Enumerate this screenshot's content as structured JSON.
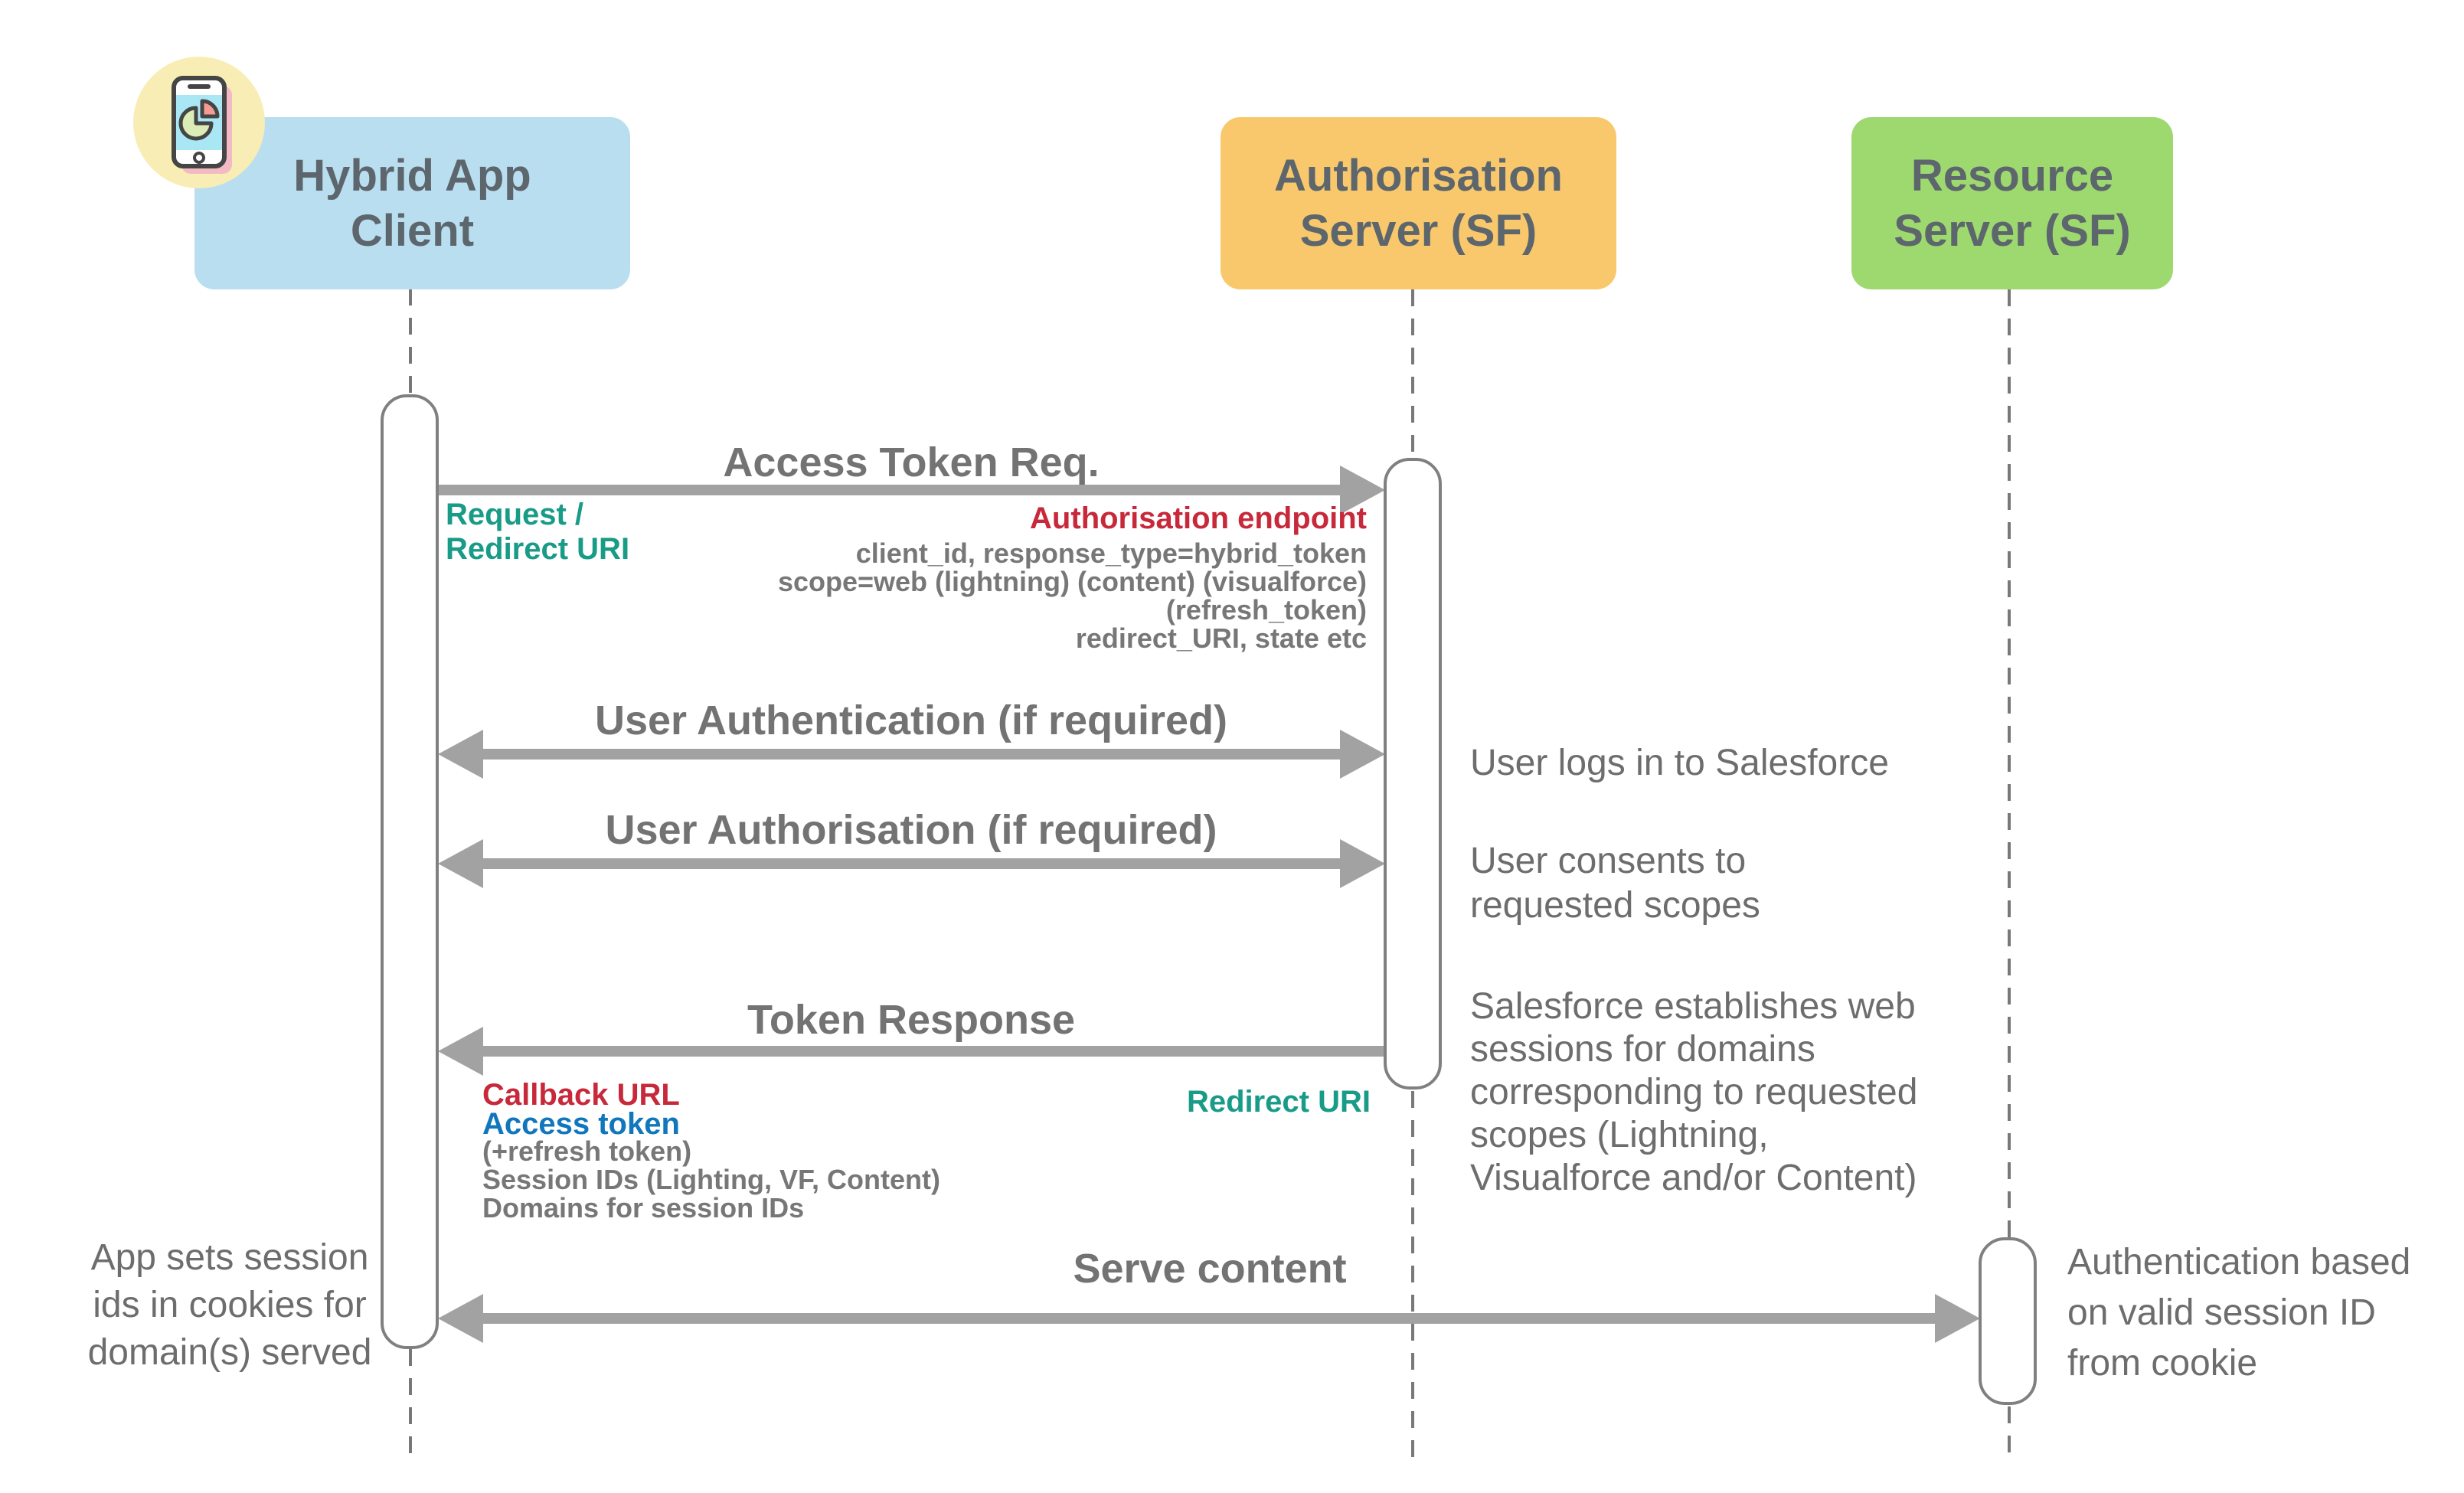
{
  "actors": {
    "client": {
      "label": "Hybrid App\nClient",
      "icon": "mobile-app-pie-chart-icon",
      "color": "#b9def0"
    },
    "auth": {
      "label": "Authorisation\nServer (SF)",
      "color": "#f9c86c"
    },
    "resource": {
      "label": "Resource\nServer (SF)",
      "color": "#9ed970"
    }
  },
  "messages": {
    "access_token_req": {
      "title": "Access Token Req.",
      "left_label": "Request /\nRedirect URI",
      "endpoint_label": "Authorisation endpoint",
      "params": "client_id, response_type=hybrid_token\nscope=web (lightning) (content) (visualforce) (refresh_token)\nredirect_URI, state etc"
    },
    "user_authentication": {
      "title": "User Authentication (if required)"
    },
    "user_authorisation": {
      "title": "User Authorisation (if required)"
    },
    "token_response": {
      "title": "Token Response",
      "callback_label": "Callback URL",
      "access_token_label": "Access token",
      "details": "(+refresh token)\nSession IDs (Lighting, VF, Content)\nDomains for session IDs",
      "right_label": "Redirect URI"
    },
    "serve_content": {
      "title": "Serve content"
    }
  },
  "notes": {
    "user_logs_in": "User logs in to Salesforce",
    "user_consents": "User consents to\nrequested scopes",
    "salesforce_sessions": "Salesforce establishes web\nsessions for domains\ncorresponding to requested\nscopes (Lightning,\nVisualforce and/or Content)",
    "app_sets_session": "App sets session\nids in cookies for\ndomain(s) served",
    "auth_cookie": "Authentication based\non valid session ID\nfrom cookie"
  },
  "colors": {
    "client_box": "#b9def0",
    "auth_box": "#f9c86c",
    "resource_box": "#9ed970",
    "title_text": "#737373",
    "note_text": "#6d6d6d",
    "teal_label": "#189b87",
    "red_label": "#c8293a",
    "blue_label": "#1177bd",
    "arrow": "#a2a2a2",
    "lifeline": "#787878",
    "icon_circle": "#f8edb4",
    "icon_screen": "#a9e7f4",
    "icon_pie_green": "#dcecb6",
    "icon_pie_red": "#f49b94"
  }
}
